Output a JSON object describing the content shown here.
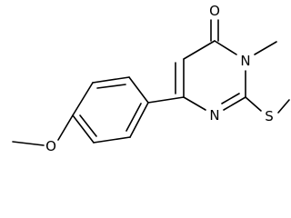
{
  "atoms": {
    "oxygen_carbonyl": "O",
    "nitrogen_3": "N",
    "nitrogen_1": "N",
    "sulfur": "S",
    "oxygen_methoxy": "O"
  },
  "colors": {
    "bond": "#000000",
    "background": "#ffffff"
  }
}
